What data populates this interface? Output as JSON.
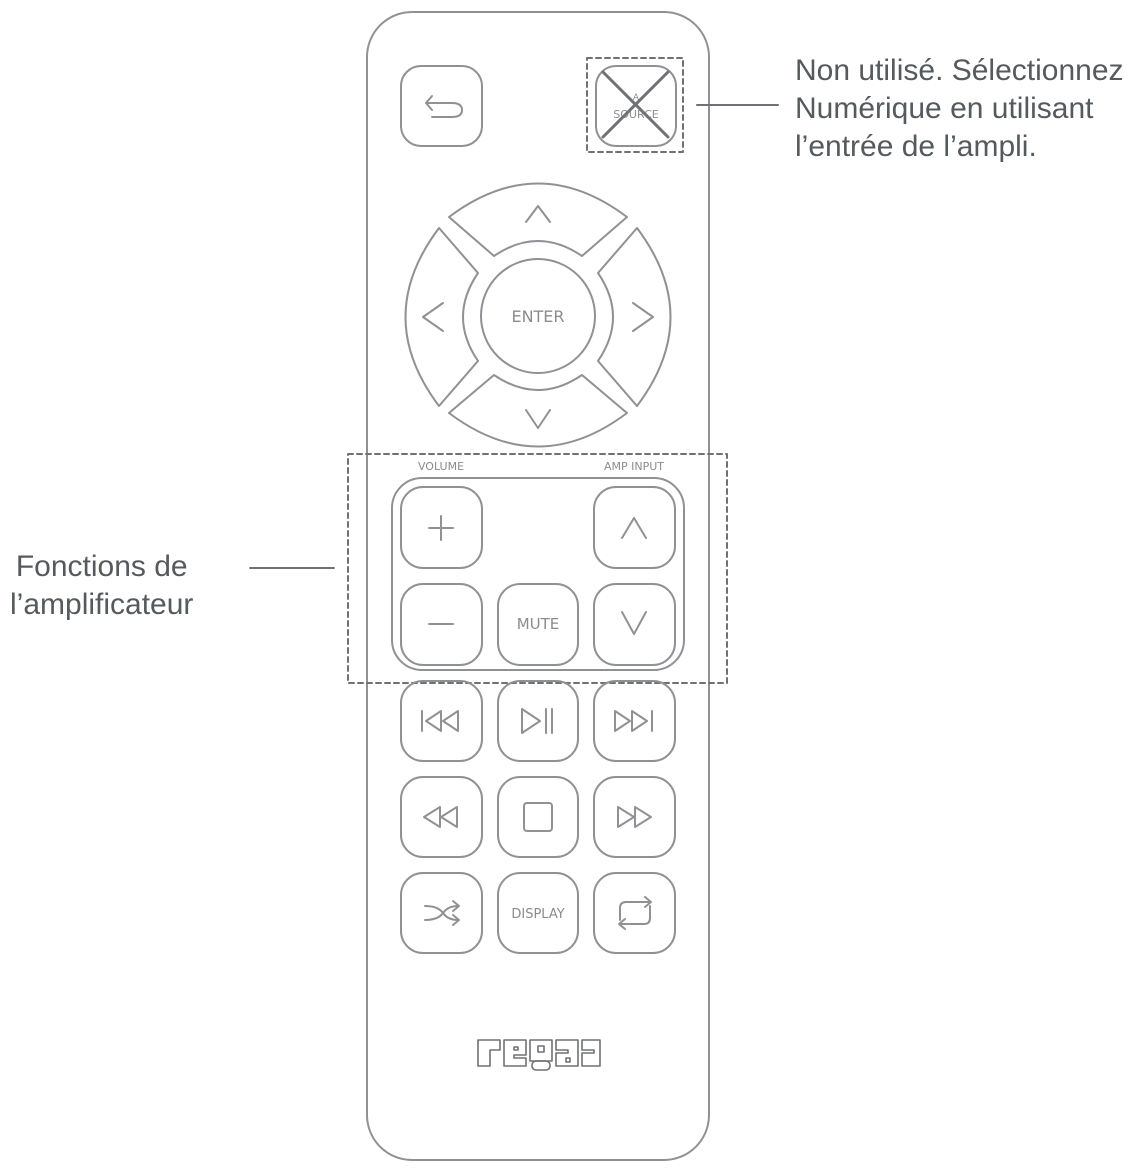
{
  "callouts": {
    "not_used": [
      "Non utilisé. Sélectionnez",
      "Numérique en utilisant",
      "l’entrée de l’ampli."
    ],
    "amp_functions": [
      "Fonctions de",
      "l’amplificateur"
    ]
  },
  "remote": {
    "source_label": "SOURCE",
    "source_label_top": "A",
    "enter_label": "ENTER",
    "volume_label": "VOLUME",
    "amp_input_label": "AMP INPUT",
    "mute_label": "MUTE",
    "display_label": "DISPLAY",
    "logo": "rega"
  },
  "colors": {
    "outline": "#8f9194",
    "text": "#555a5e",
    "dash": "#6f7174"
  }
}
